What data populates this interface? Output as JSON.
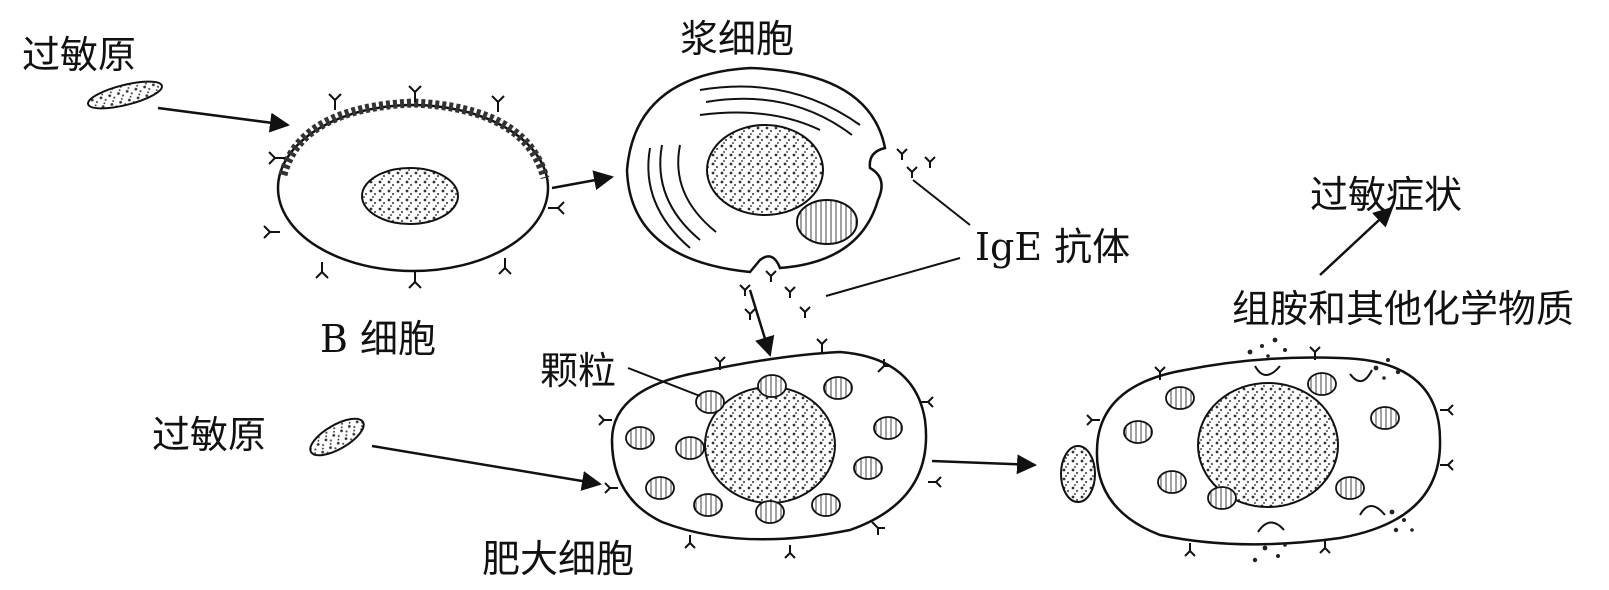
{
  "labels": {
    "allergen_top": "过敏原",
    "plasma_cell": "浆细胞",
    "b_cell": "B 细胞",
    "ige_antibody": "IgE 抗体",
    "allergic_symptoms": "过敏症状",
    "histamine": "组胺和其他化学物质",
    "granule": "颗粒",
    "allergen_bottom": "过敏原",
    "mast_cell": "肥大细胞"
  }
}
